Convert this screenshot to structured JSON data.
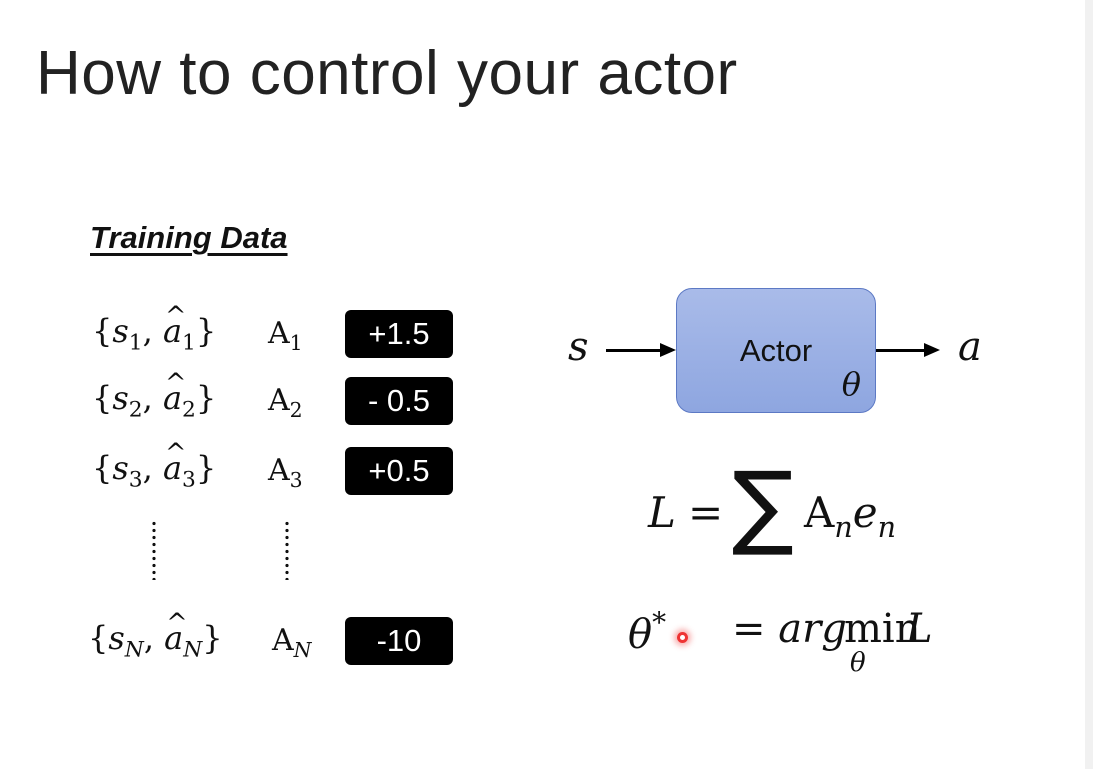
{
  "slide": {
    "title": "How to control your actor",
    "section_heading": "Training Data"
  },
  "training_rows": [
    {
      "state": "s",
      "action": "a",
      "index": "1",
      "advantage_symbol": "A",
      "advantage_index": "1",
      "value": "+1.5"
    },
    {
      "state": "s",
      "action": "a",
      "index": "2",
      "advantage_symbol": "A",
      "advantage_index": "2",
      "value": "- 0.5"
    },
    {
      "state": "s",
      "action": "a",
      "index": "3",
      "advantage_symbol": "A",
      "advantage_index": "3",
      "value": "+0.5"
    },
    {
      "state": "s",
      "action": "a",
      "index": "N",
      "advantage_symbol": "A",
      "advantage_index": "N",
      "value": "-10"
    }
  ],
  "diagram": {
    "input": "s",
    "box_label": "Actor",
    "param": "θ",
    "output": "a",
    "box_color": "#9db2e6"
  },
  "loss": {
    "lhs": "L",
    "eq": "=",
    "sum": "∑",
    "term_A": "A",
    "term_sub": "n",
    "term_e": "e",
    "term_e_sub": "n"
  },
  "optimization": {
    "theta": "θ",
    "star": "*",
    "eq": "=",
    "argword": "arg",
    "min": "min",
    "min_sub": "θ",
    "target": "L"
  }
}
